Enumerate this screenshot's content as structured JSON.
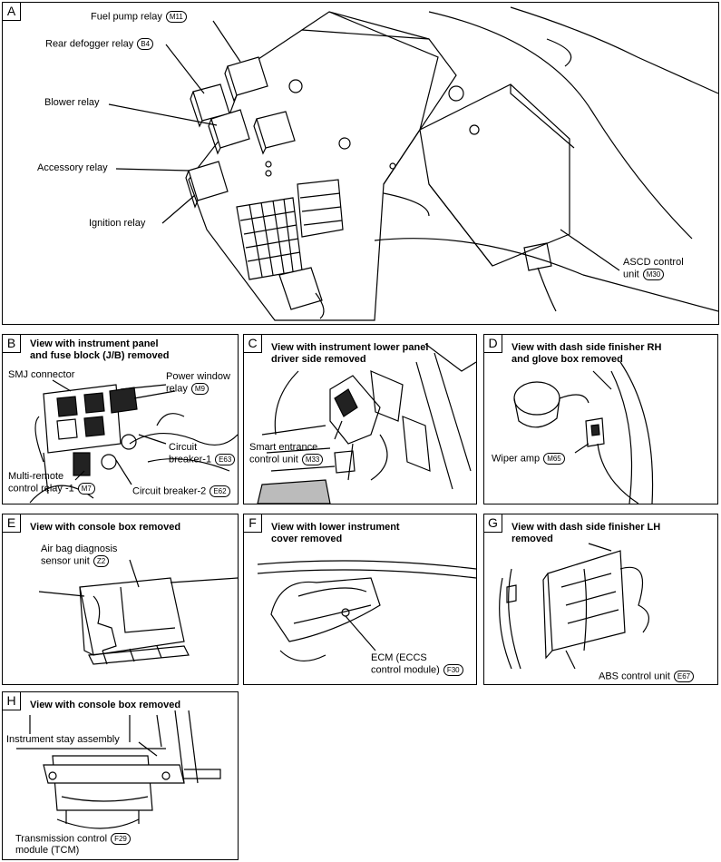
{
  "panels": {
    "A": {
      "letter": "A",
      "labels": {
        "fuel_pump_relay": {
          "text": "Fuel pump relay",
          "code": "M11"
        },
        "rear_defogger_relay": {
          "text": "Rear defogger relay",
          "code": "B4"
        },
        "blower_relay": {
          "text": "Blower  relay"
        },
        "accessory_relay": {
          "text": "Accessory relay"
        },
        "ignition_relay": {
          "text": "Ignition relay"
        },
        "ascd_control_unit": {
          "text1": "ASCD control",
          "text2": "unit",
          "code": "M30"
        }
      }
    },
    "B": {
      "letter": "B",
      "title1": "View with instrument panel",
      "title2": "and fuse block (J/B) removed",
      "labels": {
        "smj_connector": {
          "text": "SMJ connector"
        },
        "power_window_relay": {
          "text1": "Power window",
          "text2": "relay",
          "code": "M9"
        },
        "circuit_breaker_1": {
          "text1": "Circuit",
          "text2": "breaker-1",
          "code": "E63"
        },
        "multi_remote_relay": {
          "text1": "Multi-remote",
          "text2": "control relay -1",
          "code": "M7"
        },
        "circuit_breaker_2": {
          "text": "Circuit breaker-2",
          "code": "E62"
        }
      }
    },
    "C": {
      "letter": "C",
      "title1": "View with instrument lower panel",
      "title2": "driver side removed",
      "labels": {
        "smart_entrance": {
          "text1": "Smart entrance",
          "text2": "control unit",
          "code": "M33"
        }
      }
    },
    "D": {
      "letter": "D",
      "title1": "View with dash side finisher RH",
      "title2": "and glove box removed",
      "labels": {
        "wiper_amp": {
          "text": "Wiper amp",
          "code": "M65"
        }
      }
    },
    "E": {
      "letter": "E",
      "title1": "View with console box removed",
      "labels": {
        "airbag": {
          "text1": "Air bag diagnosis",
          "text2": "sensor unit",
          "code": "Z2"
        }
      }
    },
    "F": {
      "letter": "F",
      "title1": "View with lower instrument",
      "title2": "cover removed",
      "labels": {
        "ecm": {
          "text1": "ECM (ECCS",
          "text2": "control module)",
          "code": "F30"
        }
      }
    },
    "G": {
      "letter": "G",
      "title1": "View with dash side finisher LH",
      "title2": "removed",
      "labels": {
        "abs": {
          "text": "ABS control unit",
          "code": "E67"
        }
      }
    },
    "H": {
      "letter": "H",
      "title1": "View with console box removed",
      "labels": {
        "instrument_stay": {
          "text": "Instrument stay assembly"
        },
        "tcm": {
          "text1": "Transmission control",
          "text2": "module (TCM)",
          "code": "F29"
        }
      }
    }
  }
}
